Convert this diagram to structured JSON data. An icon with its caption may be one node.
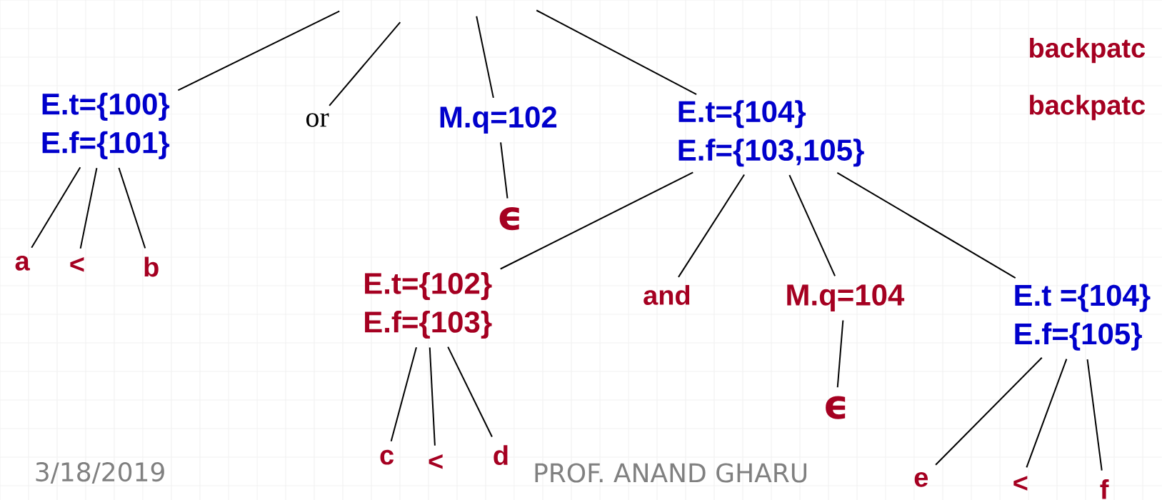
{
  "diagram": {
    "nodes": [
      {
        "text": [
          "E.t={100}",
          "E.f={101}"
        ]
      },
      {
        "text": [
          "or"
        ]
      },
      {
        "text": [
          "M.q=102"
        ]
      },
      {
        "text": [
          "E.t={104}",
          "E.f={103,105}"
        ]
      },
      {
        "text": [
          "a"
        ]
      },
      {
        "text": [
          "<"
        ]
      },
      {
        "text": [
          "b"
        ]
      },
      {
        "text": [
          "ϵ"
        ]
      },
      {
        "text": [
          "E.t={102}",
          "E.f={103}"
        ]
      },
      {
        "text": [
          "and"
        ]
      },
      {
        "text": [
          "M.q=104"
        ]
      },
      {
        "text": [
          "E.t ={104}",
          "E.f={105}"
        ]
      },
      {
        "text": [
          "c"
        ]
      },
      {
        "text": [
          "<"
        ]
      },
      {
        "text": [
          "d"
        ]
      },
      {
        "text": [
          "ϵ"
        ]
      },
      {
        "text": [
          "e"
        ]
      },
      {
        "text": [
          "<"
        ]
      },
      {
        "text": [
          "f"
        ]
      }
    ],
    "edges": [
      {
        "from": null,
        "to": 0,
        "arrow": "none"
      },
      {
        "from": null,
        "to": 1,
        "arrow": "none"
      },
      {
        "from": null,
        "to": 2,
        "arrow": "none"
      },
      {
        "from": null,
        "to": 3,
        "arrow": "none"
      },
      {
        "from": 0,
        "to": 4,
        "arrow": "none"
      },
      {
        "from": 0,
        "to": 5,
        "arrow": "none"
      },
      {
        "from": 0,
        "to": 6,
        "arrow": "none"
      },
      {
        "from": 2,
        "to": 7,
        "arrow": "none"
      },
      {
        "from": 3,
        "to": 8,
        "arrow": "none"
      },
      {
        "from": 3,
        "to": 9,
        "arrow": "none"
      },
      {
        "from": 3,
        "to": 10,
        "arrow": "none"
      },
      {
        "from": 3,
        "to": 11,
        "arrow": "none"
      },
      {
        "from": 8,
        "to": 12,
        "arrow": "none"
      },
      {
        "from": 8,
        "to": 13,
        "arrow": "none"
      },
      {
        "from": 8,
        "to": 14,
        "arrow": "none"
      },
      {
        "from": 10,
        "to": 15,
        "arrow": "none"
      },
      {
        "from": 11,
        "to": 16,
        "arrow": "none"
      },
      {
        "from": 11,
        "to": 17,
        "arrow": "none"
      },
      {
        "from": 11,
        "to": 18,
        "arrow": "none"
      }
    ],
    "labels": [
      "backpatc",
      "backpatc",
      "3/18/2019",
      "PROF. ANAND GHARU"
    ]
  }
}
